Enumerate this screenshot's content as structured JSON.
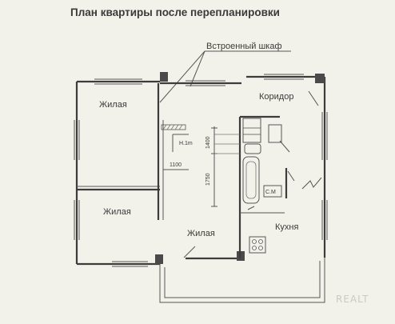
{
  "title": "План квартиры после перепланировки",
  "callout": "Встроенный шкаф",
  "rooms": {
    "bedroom_top": "Жилая",
    "bedroom_middle": "Жилая",
    "living_room": "Жилая",
    "corridor": "Коридор",
    "kitchen": "Кухня"
  },
  "dimensions": {
    "height_mark": "H.1m",
    "width_1100": "1100",
    "dim_1400": "1400",
    "dim_1750": "1750"
  },
  "fixtures": {
    "toilet_label": "С.М"
  },
  "watermark": "REALT"
}
